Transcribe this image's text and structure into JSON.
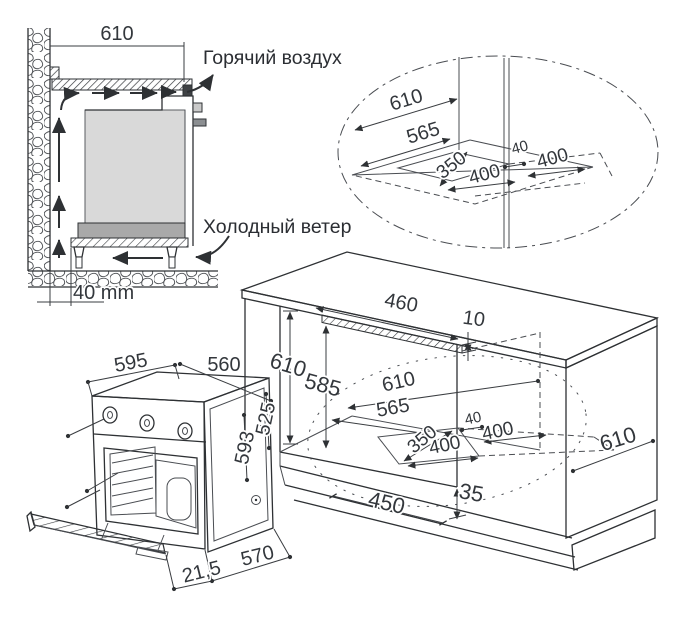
{
  "section_view": {
    "hot_air_label": "Горячий воздух",
    "cold_wind_label": "Холодный ветер",
    "top_width": "610",
    "floor_clearance": "40 mm"
  },
  "cutout_detail": {
    "width": "610",
    "depth": "565",
    "cutout_front": "350",
    "cutout_width": "400",
    "cutout_offset": "40",
    "cutout_side": "400"
  },
  "cabinet_view": {
    "vent_slot_width": "460",
    "vent_slot_height": "10",
    "niche_height": "610",
    "niche_inner_height": "585",
    "niche_depth": "610",
    "niche_width": "565",
    "cutout_front": "350",
    "cutout_width": "400",
    "cutout_offset": "40",
    "cutout_side": "400",
    "plinth_step": "35",
    "plinth_depth": "450",
    "side_depth": "610"
  },
  "oven_view": {
    "front_width": "595",
    "top_depth": "560",
    "body_height": "593",
    "rear_height": "525",
    "door_gap": "21,5",
    "body_depth": "570"
  },
  "colors": {
    "line": "#2e3134",
    "oven_body_fill": "#d9d9d9",
    "oven_base_fill": "#a9a9a9",
    "text": "#33373c"
  }
}
